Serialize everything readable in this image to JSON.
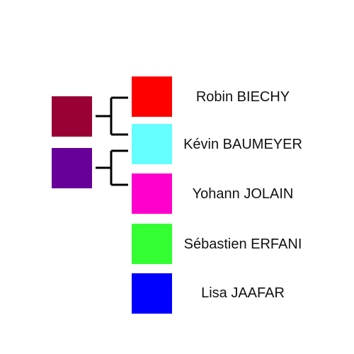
{
  "people": [
    {
      "name": "Robin BIECHY",
      "color": "#ff0000"
    },
    {
      "name": "Kévin BAUMEYER",
      "color": "#66ffff"
    },
    {
      "name": "Yohann JOLAIN",
      "color": "#ff00cc"
    },
    {
      "name": "Sébastien ERFANI",
      "color": "#33ff33"
    },
    {
      "name": "Lisa JAAFAR",
      "color": "#0000ff"
    }
  ],
  "groups": [
    {
      "color": "#990033",
      "members": [
        0,
        1
      ]
    },
    {
      "color": "#660099",
      "members": [
        1,
        2
      ]
    }
  ]
}
